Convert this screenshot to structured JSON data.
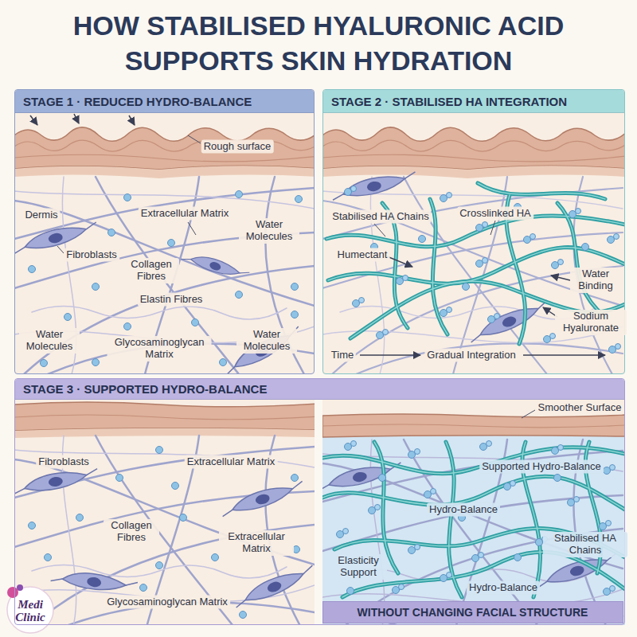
{
  "diagram": {
    "title": "HOW STABILISED HYALURONIC ACID SUPPORTS SKIN HYDRATION",
    "nodes": [
      {
        "text": [
          "STAGE 1 · REDUCED HYDRO-BALANCE"
        ]
      },
      {
        "text": [
          "STAGE 2 · STABILISED HA INTEGRATION"
        ]
      },
      {
        "text": [
          "STAGE 3 · SUPPORTED HYDRO-BALANCE"
        ]
      },
      {
        "text": [
          "WITHOUT CHANGING FACIAL STRUCTURE"
        ],
        "in": 2
      }
    ],
    "labels": [
      "Rough surface",
      "Dermis",
      "Extracellular Matrix",
      "Water Molecules",
      "Fibroblasts",
      "Collagen Fibres",
      "Elastin Fibres",
      "Water Molecules",
      "Glycosaminoglycan Matrix",
      "Water Molecules",
      "Stabilised HA Chains",
      "Crosslinked HA",
      "Humectant",
      "Water Binding",
      "Sodium Hyaluronate",
      "Time",
      "Gradual Integration",
      "Fibroblasts",
      "Extracellular Matrix",
      "Collagen Fibres",
      "Extracellular Matrix",
      "Glycosaminoglycan Matrix",
      "Smoother Surface",
      "Supported Hydro-Balance",
      "Hydro-Balance",
      "Stabilised HA Chains",
      "Elasticity Support",
      "Hydro-Balance",
      "Medi Clinic"
    ]
  }
}
